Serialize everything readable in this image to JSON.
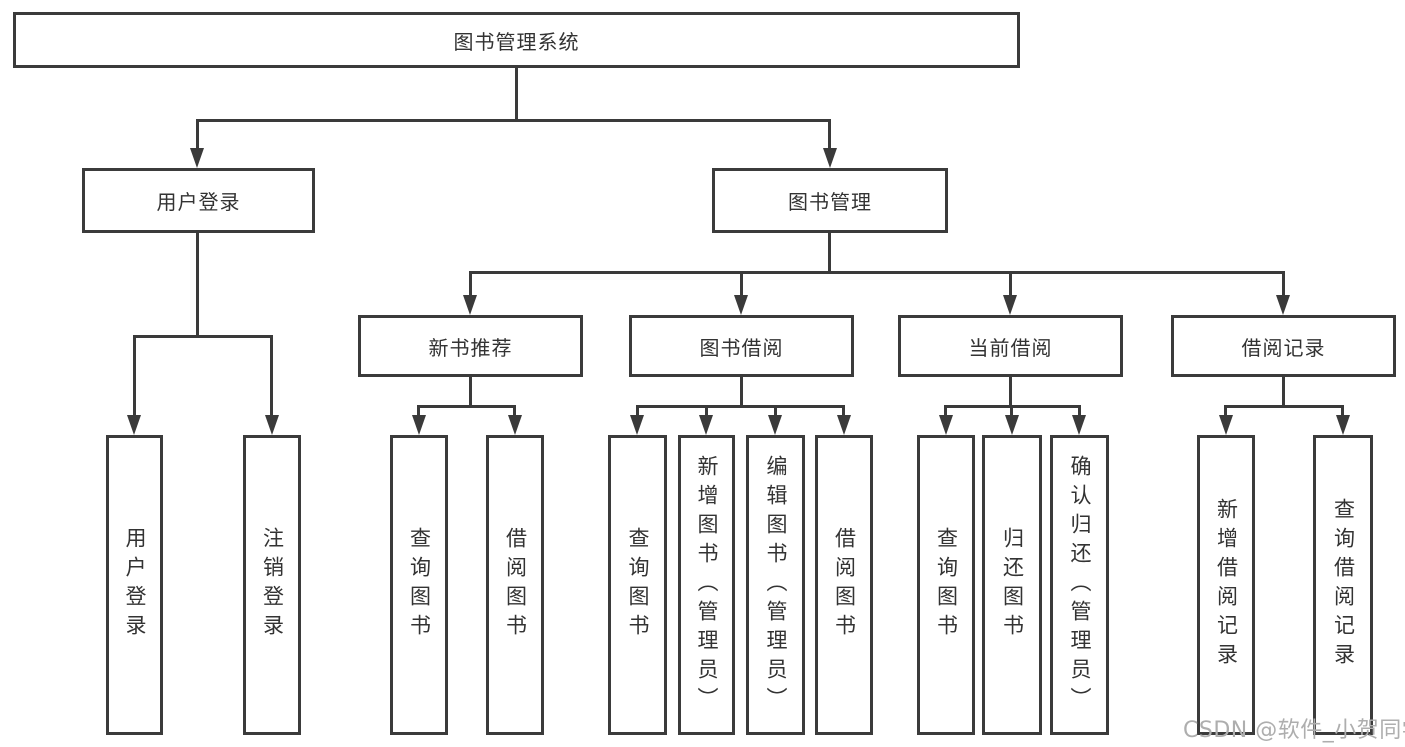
{
  "diagram_title": "图书管理系统",
  "tree": {
    "root": {
      "label": "图书管理系统"
    },
    "branches": [
      {
        "label": "用户登录",
        "children": [
          {
            "label": "用户登录"
          },
          {
            "label": "注销登录"
          }
        ]
      },
      {
        "label": "图书管理",
        "children": [
          {
            "label": "新书推荐",
            "children": [
              {
                "label": "查询图书"
              },
              {
                "label": "借阅图书"
              }
            ]
          },
          {
            "label": "图书借阅",
            "children": [
              {
                "label": "查询图书"
              },
              {
                "label": "新增图书（管理员）"
              },
              {
                "label": "编辑图书（管理员）"
              },
              {
                "label": "借阅图书"
              }
            ]
          },
          {
            "label": "当前借阅",
            "children": [
              {
                "label": "查询图书"
              },
              {
                "label": "归还图书"
              },
              {
                "label": "确认归还（管理员）"
              }
            ]
          },
          {
            "label": "借阅记录",
            "children": [
              {
                "label": "新增借阅记录"
              },
              {
                "label": "查询借阅记录"
              }
            ]
          }
        ]
      }
    ]
  },
  "watermark": {
    "text": "CSDN @软件_小贺同学",
    "color": "#aeaeae"
  },
  "colors": {
    "line": "#3a3a3a",
    "border": "#3b3b3b",
    "text": "#333333",
    "background": "#ffffff"
  }
}
